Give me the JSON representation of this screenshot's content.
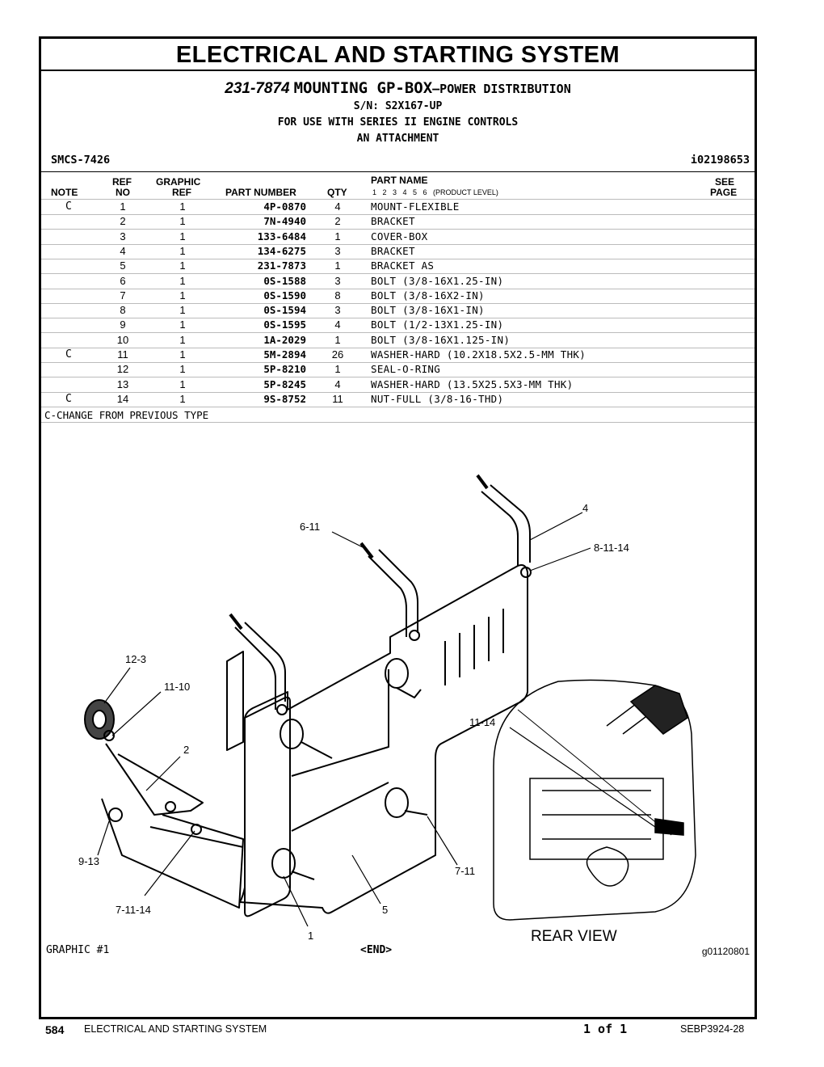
{
  "header": {
    "title": "ELECTRICAL AND STARTING SYSTEM",
    "part_number": "231-7874",
    "group_name": "MOUNTING GP-BOX",
    "group_desc": "—POWER DISTRIBUTION",
    "serial": "S/N: S2X167-UP",
    "use_note": "FOR USE WITH SERIES II ENGINE CONTROLS",
    "attachment": "AN ATTACHMENT",
    "smcs": "SMCS-7426",
    "info_ref": "i02198653"
  },
  "columns": {
    "note": "NOTE",
    "ref_top": "REF",
    "ref_bottom": "NO",
    "graphic_top": "GRAPHIC",
    "graphic_bottom": "REF",
    "part_number": "PART NUMBER",
    "qty": "QTY",
    "part_name": "PART NAME",
    "levels": "1   2   3   4   5   6   (PRODUCT LEVEL)",
    "see_top": "SEE",
    "see_bottom": "PAGE"
  },
  "rows": [
    {
      "note": "C",
      "ref": "1",
      "graphic": "1",
      "part": "4P-0870",
      "qty": "4",
      "name": "MOUNT-FLEXIBLE"
    },
    {
      "note": "",
      "ref": "2",
      "graphic": "1",
      "part": "7N-4940",
      "qty": "2",
      "name": "BRACKET"
    },
    {
      "note": "",
      "ref": "3",
      "graphic": "1",
      "part": "133-6484",
      "qty": "1",
      "name": "COVER-BOX"
    },
    {
      "note": "",
      "ref": "4",
      "graphic": "1",
      "part": "134-6275",
      "qty": "3",
      "name": "BRACKET"
    },
    {
      "note": "",
      "ref": "5",
      "graphic": "1",
      "part": "231-7873",
      "qty": "1",
      "name": "BRACKET AS"
    },
    {
      "note": "",
      "ref": "6",
      "graphic": "1",
      "part": "0S-1588",
      "qty": "3",
      "name": "BOLT (3/8-16X1.25-IN)"
    },
    {
      "note": "",
      "ref": "7",
      "graphic": "1",
      "part": "0S-1590",
      "qty": "8",
      "name": "BOLT (3/8-16X2-IN)"
    },
    {
      "note": "",
      "ref": "8",
      "graphic": "1",
      "part": "0S-1594",
      "qty": "3",
      "name": "BOLT (3/8-16X1-IN)"
    },
    {
      "note": "",
      "ref": "9",
      "graphic": "1",
      "part": "0S-1595",
      "qty": "4",
      "name": "BOLT (1/2-13X1.25-IN)"
    },
    {
      "note": "",
      "ref": "10",
      "graphic": "1",
      "part": "1A-2029",
      "qty": "1",
      "name": "BOLT (3/8-16X1.125-IN)"
    },
    {
      "note": "C",
      "ref": "11",
      "graphic": "1",
      "part": "5M-2894",
      "qty": "26",
      "name": "WASHER-HARD (10.2X18.5X2.5-MM THK)"
    },
    {
      "note": "",
      "ref": "12",
      "graphic": "1",
      "part": "5P-8210",
      "qty": "1",
      "name": "SEAL-O-RING"
    },
    {
      "note": "",
      "ref": "13",
      "graphic": "1",
      "part": "5P-8245",
      "qty": "4",
      "name": "WASHER-HARD (13.5X25.5X3-MM THK)"
    },
    {
      "note": "C",
      "ref": "14",
      "graphic": "1",
      "part": "9S-8752",
      "qty": "11",
      "name": "NUT-FULL (3/8-16-THD)"
    }
  ],
  "footnote": "C-CHANGE FROM PREVIOUS TYPE",
  "callouts": {
    "c4": "4",
    "c6_11": "6-11",
    "c8_11_14": "8-11-14",
    "c12_3": "12-3",
    "c11_10": "11-10",
    "c2": "2",
    "c11_14": "11-14",
    "c9_13": "9-13",
    "c7_11_14": "7-11-14",
    "c7_11": "7-11",
    "c5": "5",
    "c1": "1",
    "rear_view": "REAR VIEW"
  },
  "graphic_label": "GRAPHIC #1",
  "end_label": "<END>",
  "graphic_ref": "g01120801",
  "footer": {
    "page": "584",
    "section": "ELECTRICAL AND STARTING SYSTEM",
    "page_of": "1 of 1",
    "doc": "SEBP3924-28"
  }
}
